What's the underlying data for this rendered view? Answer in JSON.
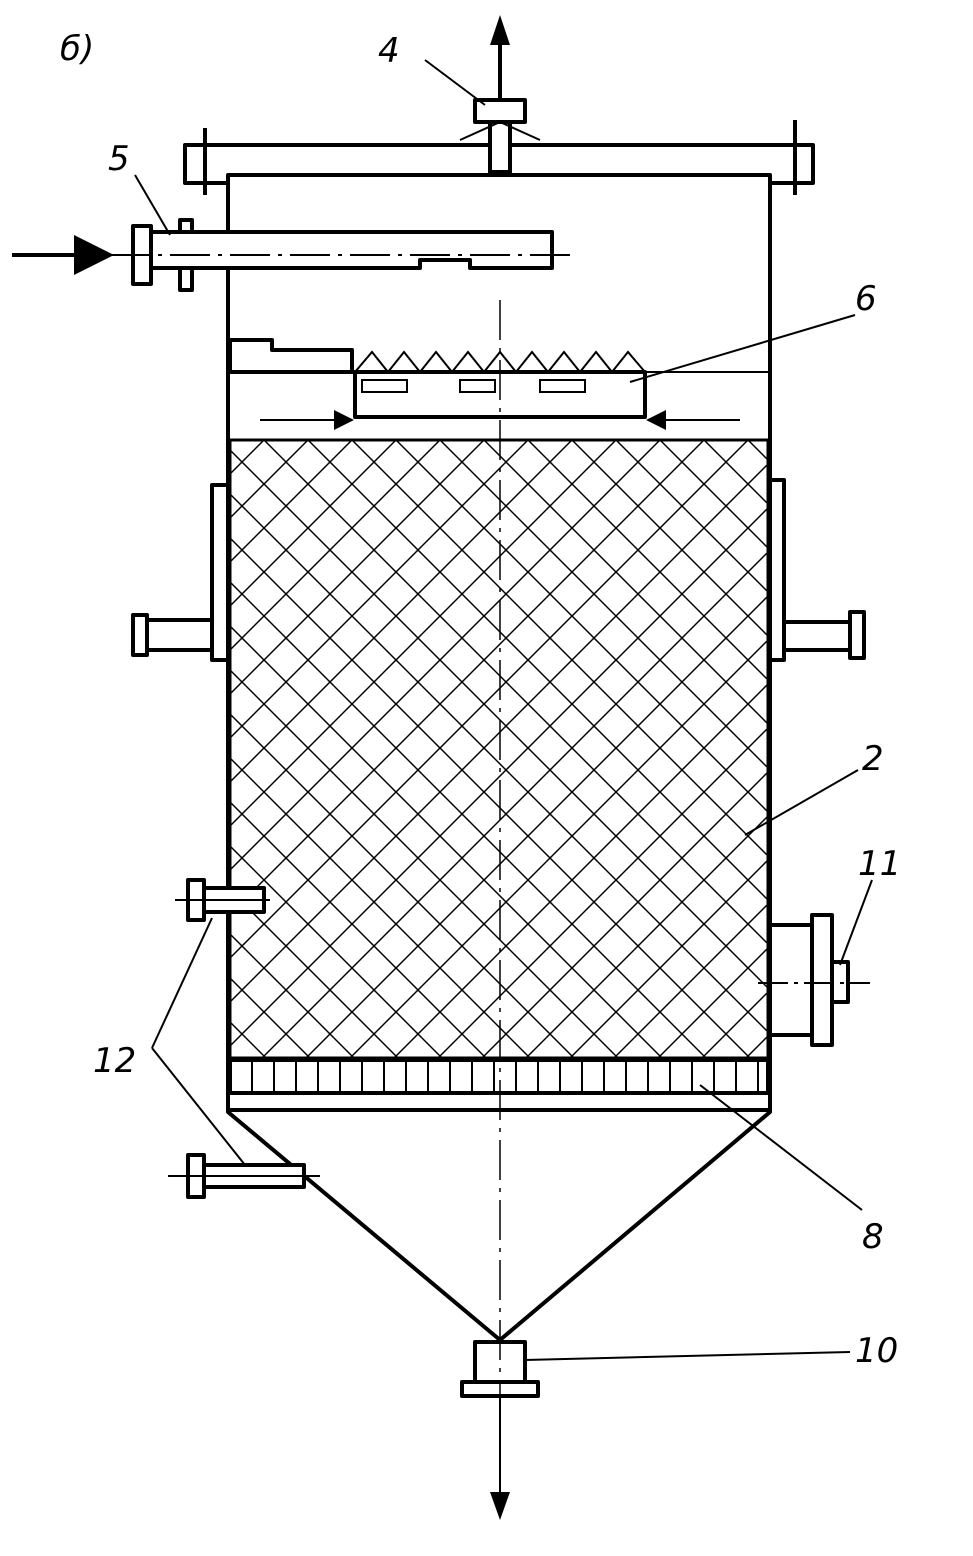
{
  "figure": {
    "panel_label": "б)",
    "callouts": [
      {
        "id": "callout-4",
        "text": "4"
      },
      {
        "id": "callout-5",
        "text": "5"
      },
      {
        "id": "callout-6",
        "text": "6"
      },
      {
        "id": "callout-2",
        "text": "2"
      },
      {
        "id": "callout-11",
        "text": "11"
      },
      {
        "id": "callout-12",
        "text": "12"
      },
      {
        "id": "callout-8",
        "text": "8"
      },
      {
        "id": "callout-10",
        "text": "10"
      }
    ]
  }
}
